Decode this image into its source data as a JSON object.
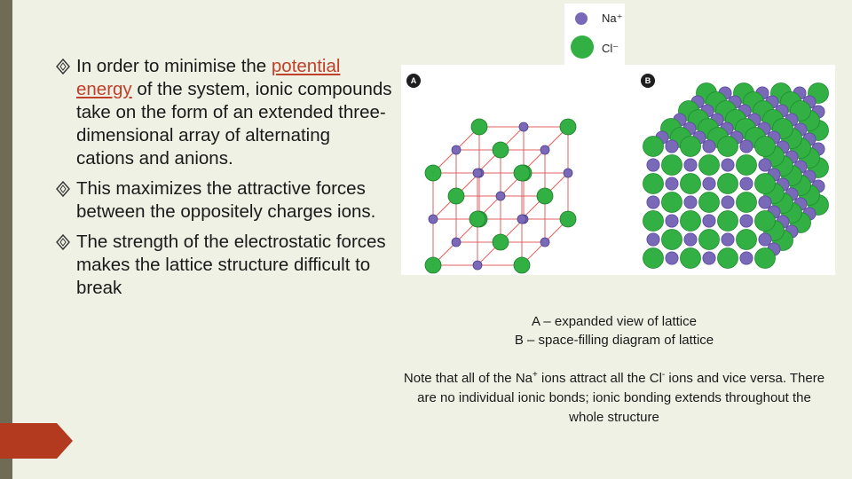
{
  "bullets": [
    {
      "pre": "In order to minimise the ",
      "link": "potential energy",
      "post": " of the system, ionic compounds take on the form of an extended three-dimensional array of alternating cations and anions."
    },
    {
      "text": "This maximizes the attractive forces between the oppositely charges ions."
    },
    {
      "text": "The strength of the electrostatic forces makes the lattice structure difficult to break"
    }
  ],
  "legend": {
    "items": [
      {
        "label": "Na⁺",
        "color": "#7a68b8"
      },
      {
        "label": "Cl⁻",
        "color": "#33b044"
      }
    ]
  },
  "figure": {
    "panel_a_label": "A",
    "panel_b_label": "B",
    "na_color": "#7a68b8",
    "cl_color": "#33b044",
    "lattice_line_color": "#e06060"
  },
  "caption": {
    "line1": "A – expanded view of lattice",
    "line2": "B – space-filling diagram of lattice"
  },
  "note": {
    "part1": "Note that all of the Na",
    "sup1": "+",
    "part2": " ions attract all the Cl",
    "sup2": "-",
    "part3": " ions and vice versa. There are no individual ionic bonds; ionic bonding extends throughout the whole structure"
  },
  "accent": {
    "bar": "#6f6b55",
    "tab": "#b33a1f"
  }
}
